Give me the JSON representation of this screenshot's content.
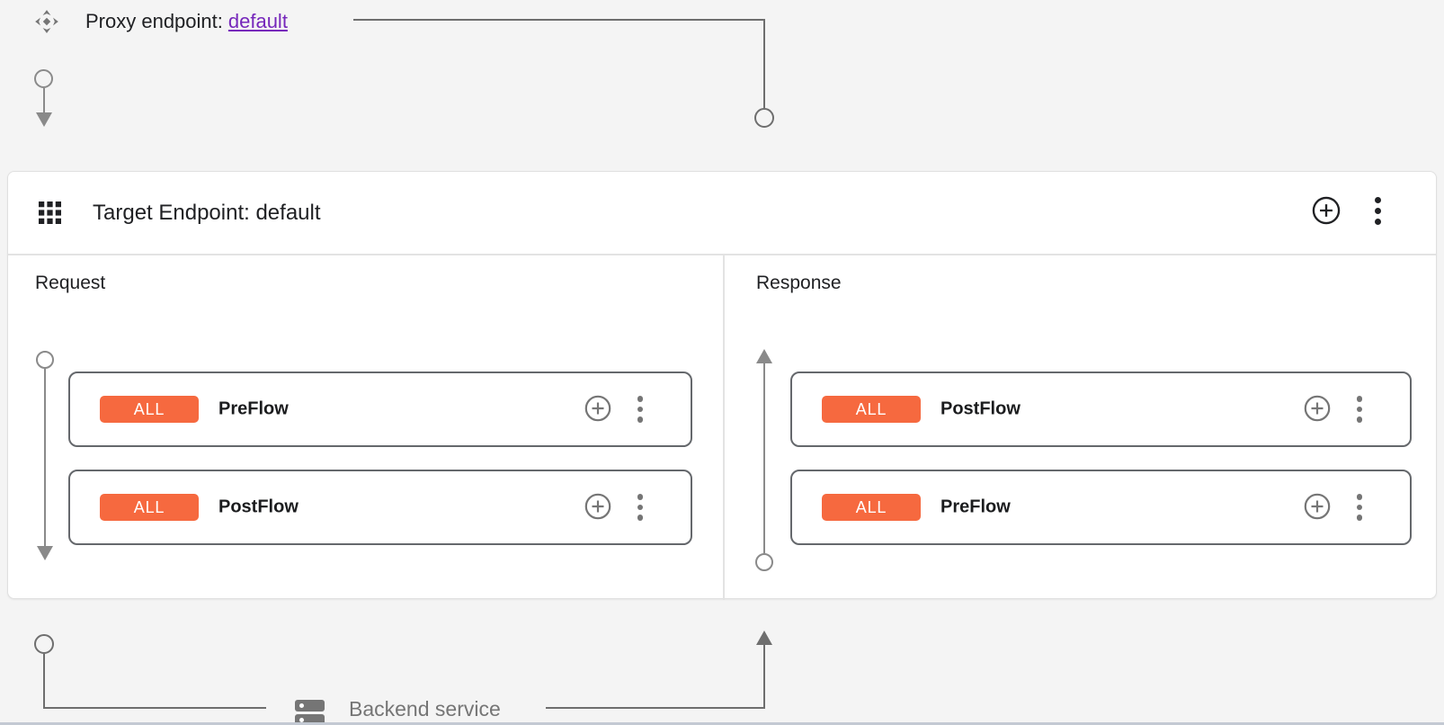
{
  "proxy_endpoint": {
    "label": "Proxy endpoint:",
    "link": "default"
  },
  "target_endpoint": {
    "title": "Target Endpoint: default",
    "request_panel": {
      "title": "Request",
      "flows": [
        {
          "badge": "ALL",
          "name": "PreFlow"
        },
        {
          "badge": "ALL",
          "name": "PostFlow"
        }
      ]
    },
    "response_panel": {
      "title": "Response",
      "flows": [
        {
          "badge": "ALL",
          "name": "PostFlow"
        },
        {
          "badge": "ALL",
          "name": "PreFlow"
        }
      ]
    }
  },
  "backend": {
    "label": "Backend service"
  },
  "icons": {
    "proxy_endpoint": "move-diamond-icon",
    "target_endpoint": "grid-icon",
    "add": "plus-circle-icon",
    "menu": "kebab-menu-icon",
    "backend": "server-icon",
    "flow_terminals": [
      "circle-node",
      "arrow-down-icon",
      "arrow-up-icon"
    ]
  },
  "colors": {
    "badge": "#F6693F",
    "link": "#7627BB",
    "line": "#6E6E6E",
    "rail": "#8A8A8A",
    "icon_gray": "#757575",
    "card_border": "#65686C",
    "divider": "#E3E3E3",
    "bg": "#F4F4F4",
    "strip": "#C3C9D3",
    "text": "#202124",
    "muted": "#757575"
  }
}
